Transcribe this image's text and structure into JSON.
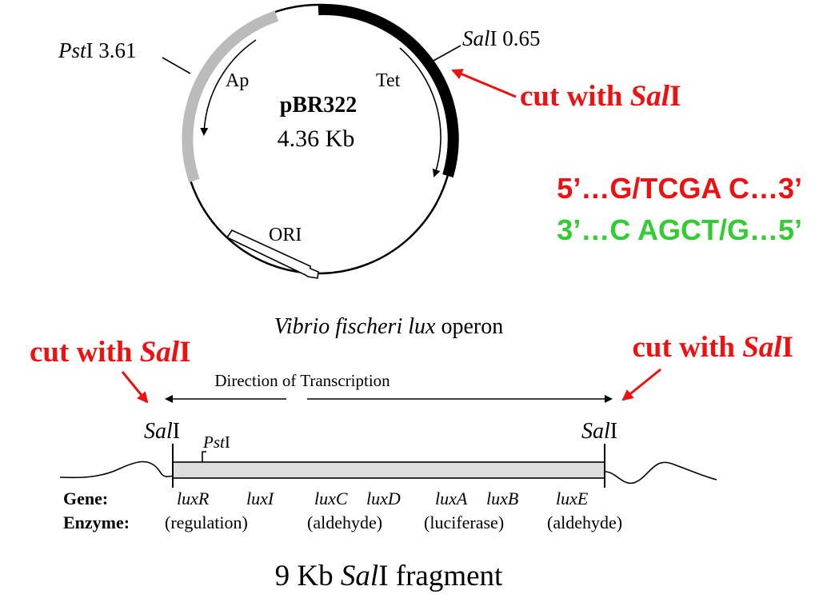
{
  "plasmid": {
    "name": "pBR322",
    "size": "4.36 Kb",
    "ap_label": "Ap",
    "tet_label": "Tet",
    "ori_label": "ORI",
    "psti_site": {
      "enzyme_italic": "Pst",
      "enzyme_roman": "I",
      "position": " 3.61"
    },
    "sali_site": {
      "enzyme_italic": "Sal",
      "enzyme_roman": "I",
      "position": " 0.65"
    }
  },
  "cut_label": {
    "prefix": "cut with ",
    "italic": "Sal",
    "suffix": "I"
  },
  "recognition": {
    "top_strand": "5’…G/TCGA C…3’",
    "bottom_strand": "3’…C AGCT/G…5’"
  },
  "operon": {
    "title_italic": "Vibrio fischeri lux",
    "title_roman": " operon",
    "direction": "Direction of Transcription",
    "left_site": {
      "italic": "Sal",
      "roman": "I"
    },
    "right_site": {
      "italic": "Sal",
      "roman": "I"
    },
    "internal_site": {
      "italic": "Pst",
      "roman": "I"
    },
    "gene_header": "Gene:",
    "enzyme_header": "Enzyme:",
    "genes": [
      "luxR",
      "luxI",
      "luxC",
      "luxD",
      "luxA",
      "luxB",
      "luxE"
    ],
    "enzymes": [
      "(regulation)",
      "(aldehyde)",
      "(luciferase)",
      "(aldehyde)"
    ],
    "fragment_prefix": "9 Kb ",
    "fragment_italic": "Sal",
    "fragment_suffix": "I fragment"
  },
  "colors": {
    "red": "#ee1111",
    "green": "#33cc33",
    "tet_arc": "#000000",
    "ap_arc": "#bbbbbb",
    "fragment_fill": "#dddddd"
  }
}
